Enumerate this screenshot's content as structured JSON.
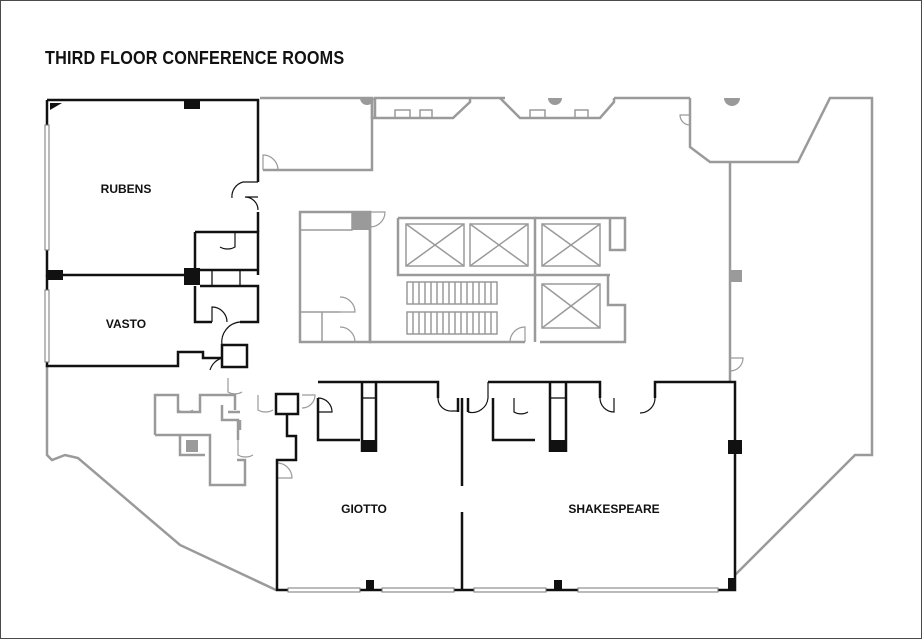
{
  "title": "THIRD FLOOR CONFERENCE ROOMS",
  "rooms": [
    {
      "label": "RUBENS"
    },
    {
      "label": "VASTO"
    },
    {
      "label": "GIOTTO"
    },
    {
      "label": "SHAKESPEARE"
    }
  ],
  "colors": {
    "outline": "#9a9a9a",
    "conference_rooms": "#111111",
    "background": "#ffffff"
  }
}
